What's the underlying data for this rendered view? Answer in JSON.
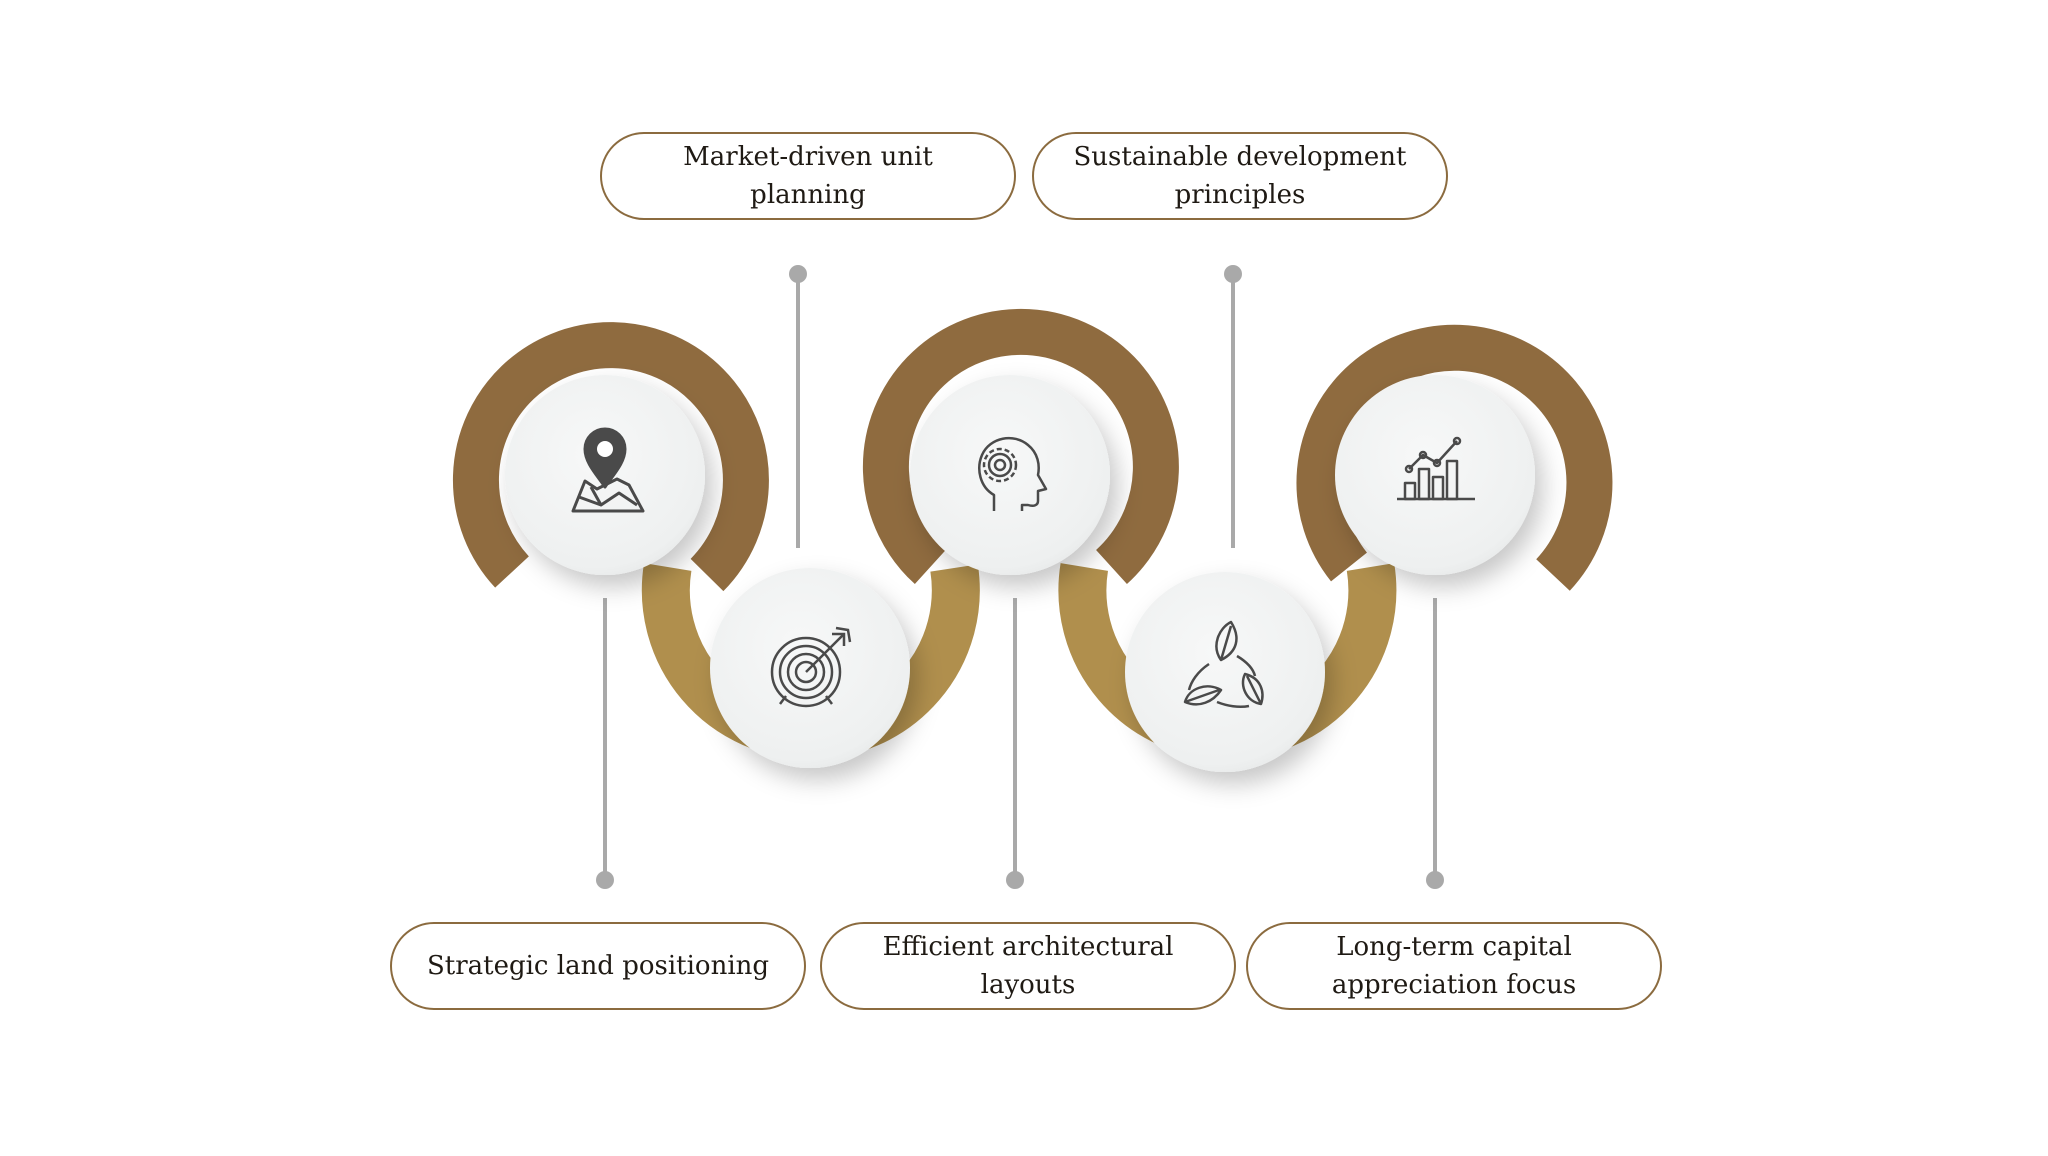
{
  "colors": {
    "ring_dark": "#8f6b3f",
    "ring_light": "#b08f4d",
    "box_border": "#8b6b3f",
    "connector": "#a9a9a9",
    "icon_stroke": "#4a4a4a",
    "circle_fill": "#f1f2f2"
  },
  "steps": [
    {
      "label": "Strategic land positioning",
      "icon": "map-pin-icon"
    },
    {
      "label": "Market-driven unit planning",
      "icon": "target-icon"
    },
    {
      "label": "Efficient architectural layouts",
      "icon": "head-gear-icon"
    },
    {
      "label": "Sustainable development principles",
      "icon": "recycle-leaves-icon"
    },
    {
      "label": "Long-term capital appreciation focus",
      "icon": "growth-chart-icon"
    }
  ]
}
